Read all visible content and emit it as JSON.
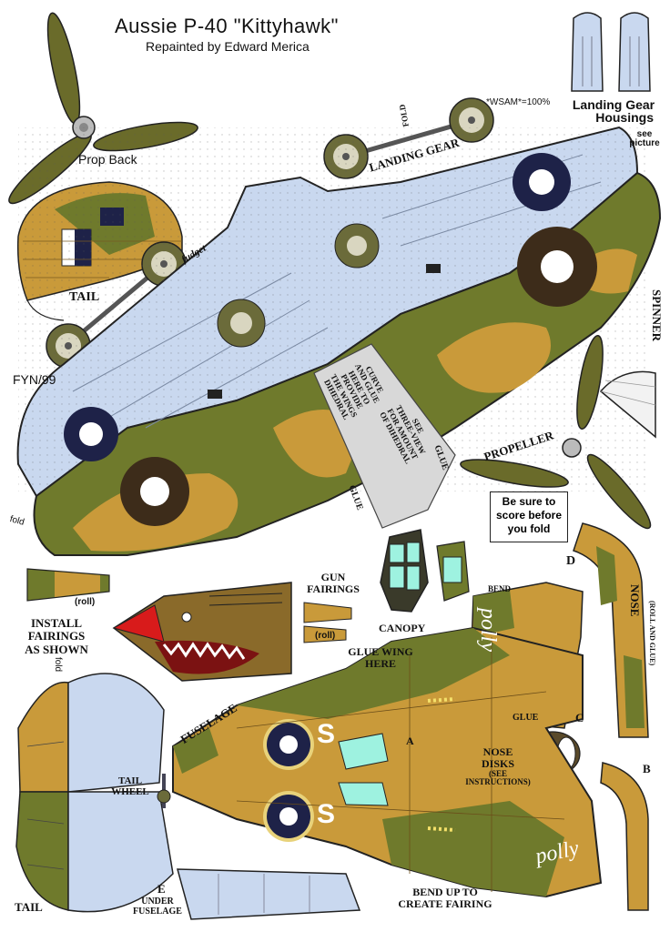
{
  "header": {
    "title": "Aussie P-40 \"Kittyhawk\"",
    "subtitle": "Repainted by Edward Merica"
  },
  "labels": {
    "prop_back": "Prop Back",
    "fyn": "FYN/99",
    "wsam": "*WSAM*=100%",
    "landing_gear_housings_1": "Landing Gear",
    "landing_gear_housings_2": "Housings",
    "see_picture_1": "see",
    "see_picture_2": "picture",
    "landing_gear": "LANDING GEAR",
    "fold_top": "FOLD",
    "tail_top": "TAIL",
    "fudget": "fudget",
    "spinner": "SPINNER",
    "propeller": "PROPELLER",
    "fold_wing": "fold",
    "glue_left": "GLUE",
    "glue_right": "GLUE",
    "curve_note": [
      "CURVE",
      "AND GLUE",
      "HERE TO",
      "PROVIDE",
      "THE WINGS",
      "DIHEDRAL"
    ],
    "see_three_view": [
      "SEE",
      "THREE-VIEW",
      "FOR AMOUNT",
      "OF DIHEDRAL"
    ],
    "score_note": [
      "Be sure to",
      "score before",
      "you fold"
    ],
    "roll_1": "(roll)",
    "roll_2": "(roll)",
    "install_fairings": [
      "INSTALL",
      "FAIRINGS",
      "AS SHOWN"
    ],
    "gun_fairings": [
      "GUN",
      "FAIRINGS"
    ],
    "canopy": "CANOPY",
    "glue_wing_here": [
      "GLUE WING",
      "HERE"
    ],
    "bend": "BEND",
    "glue_nose": "GLUE",
    "nose": "NOSE",
    "nose_sub": "(ROLL AND GLUE)",
    "letter_d": "D",
    "letter_a": "A",
    "letter_c": "C",
    "letter_b": "B",
    "letter_e": "E",
    "nose_disks": [
      "NOSE",
      "DISKS"
    ],
    "nose_disks_sub": [
      "(SEE",
      "INSTRUCTIONS)"
    ],
    "fuselage": "FUSELAGE",
    "tail_wheel": [
      "TAIL",
      "WHEEL"
    ],
    "tail_bottom": "TAIL",
    "fold_tail": "fold",
    "under_fuselage": [
      "UNDER",
      "FUSELAGE"
    ],
    "bend_up": [
      "BEND UP TO",
      "CREATE FAIRING"
    ],
    "polly_1": "polly",
    "polly_2": "polly",
    "code_1": "S",
    "code_2": "S"
  },
  "colors": {
    "wing_blue": "#c9d8ef",
    "camo_green": "#6f7a2c",
    "camo_tan": "#c99a3a",
    "roundel_blue": "#1e2248",
    "canopy_cyan": "#9ef2e0",
    "shark_red": "#d81b1b"
  }
}
